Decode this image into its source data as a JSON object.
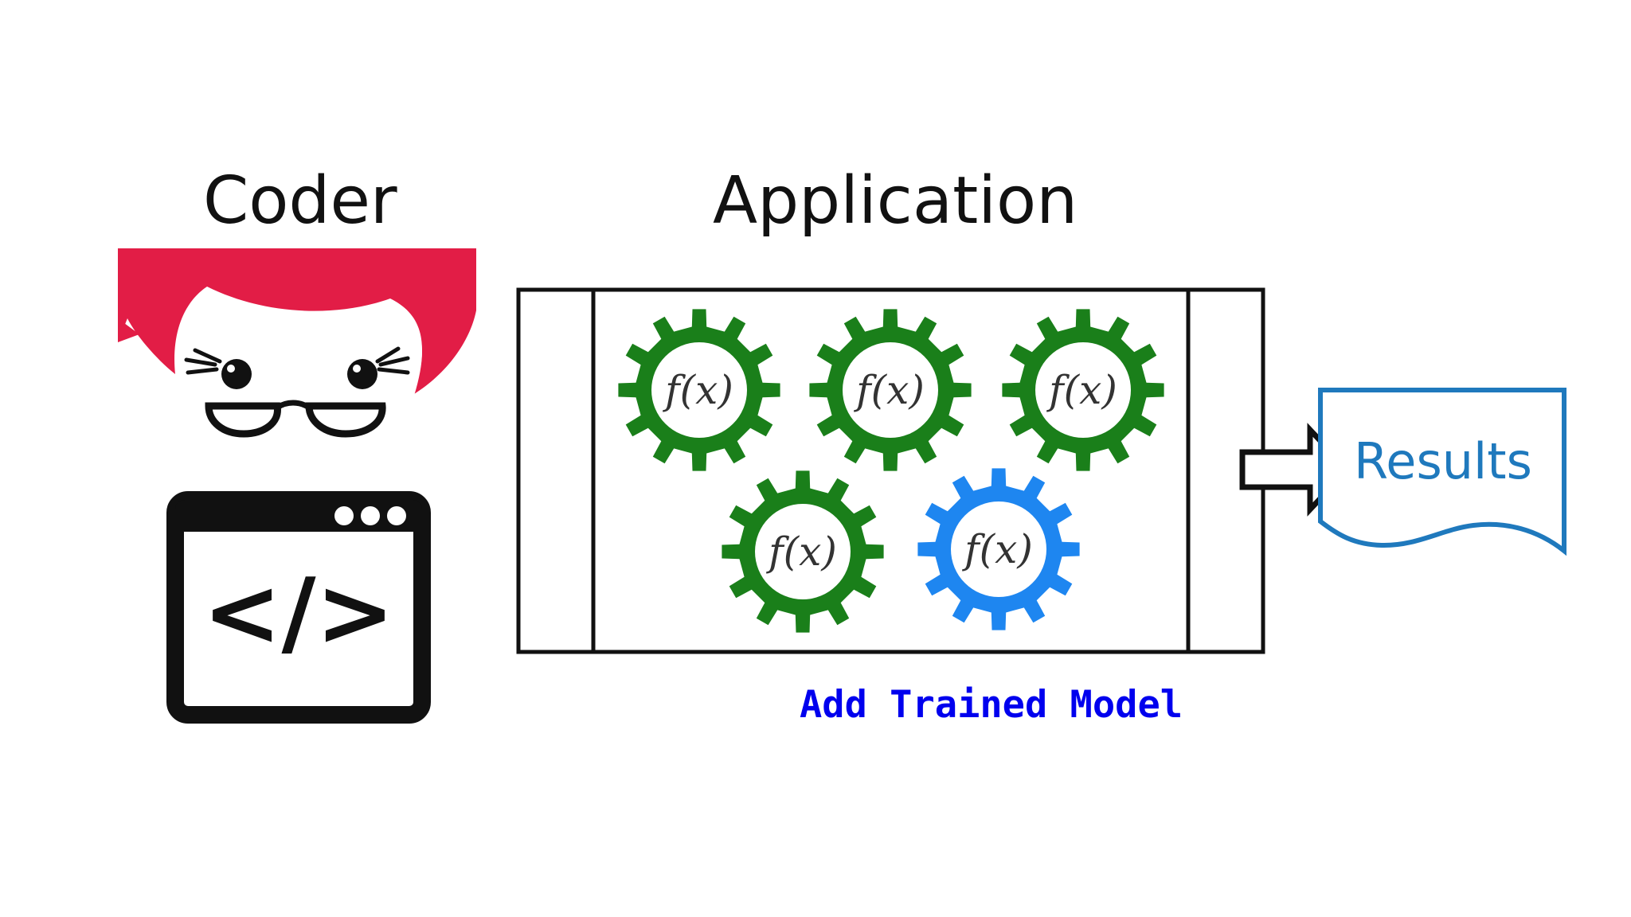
{
  "titles": {
    "coder": "Coder",
    "application": "Application"
  },
  "caption": "Add Trained Model",
  "results": "Results",
  "gear_label": "f(x)",
  "code_icon_text": "</>",
  "colors": {
    "gear_green": "#1a7f1a",
    "gear_blue": "#1e86f0",
    "hair_red": "#e21d46",
    "results_blue": "#1f79bd",
    "caption_blue": "#0000ee",
    "outline": "#111111"
  },
  "gears": [
    {
      "id": "gear-1",
      "color": "green"
    },
    {
      "id": "gear-2",
      "color": "green"
    },
    {
      "id": "gear-3",
      "color": "green"
    },
    {
      "id": "gear-4",
      "color": "green"
    },
    {
      "id": "gear-5",
      "color": "blue"
    }
  ]
}
